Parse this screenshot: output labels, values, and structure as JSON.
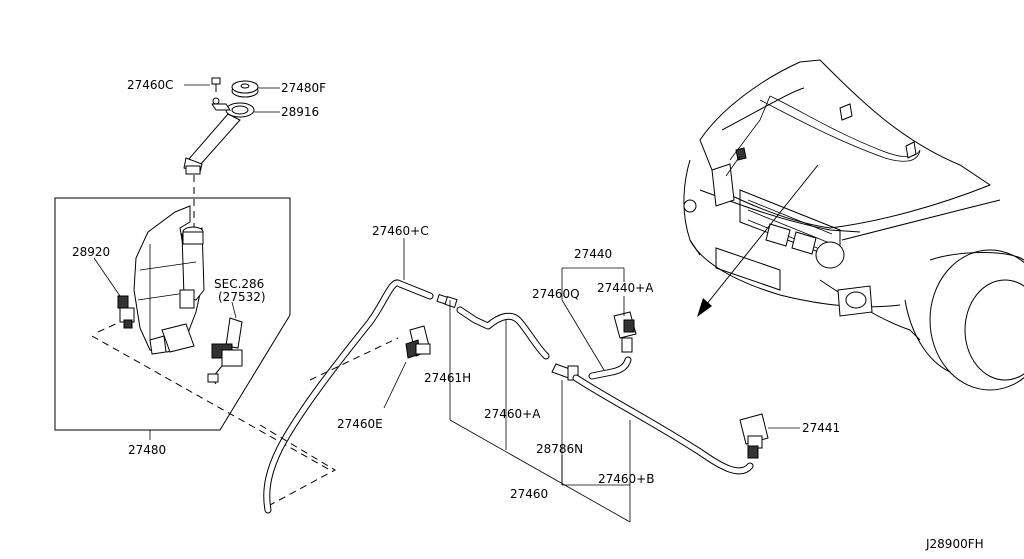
{
  "diagram": {
    "reference_code": "J28900FH",
    "labels": {
      "p27460C": "27460C",
      "p27480F": "27480F",
      "p28916": "28916",
      "p28920": "28920",
      "sec286": "SEC.286",
      "p27532": "(27532)",
      "p27480": "27480",
      "p27460_C": "27460+C",
      "p27460E": "27460E",
      "p27461H": "27461H",
      "p27460_A": "27460+A",
      "p28786N": "28786N",
      "p27460": "27460",
      "p27460_B": "27460+B",
      "p27440": "27440",
      "p27460Q": "27460Q",
      "p27440_A": "27440+A",
      "p27441": "27441"
    }
  }
}
